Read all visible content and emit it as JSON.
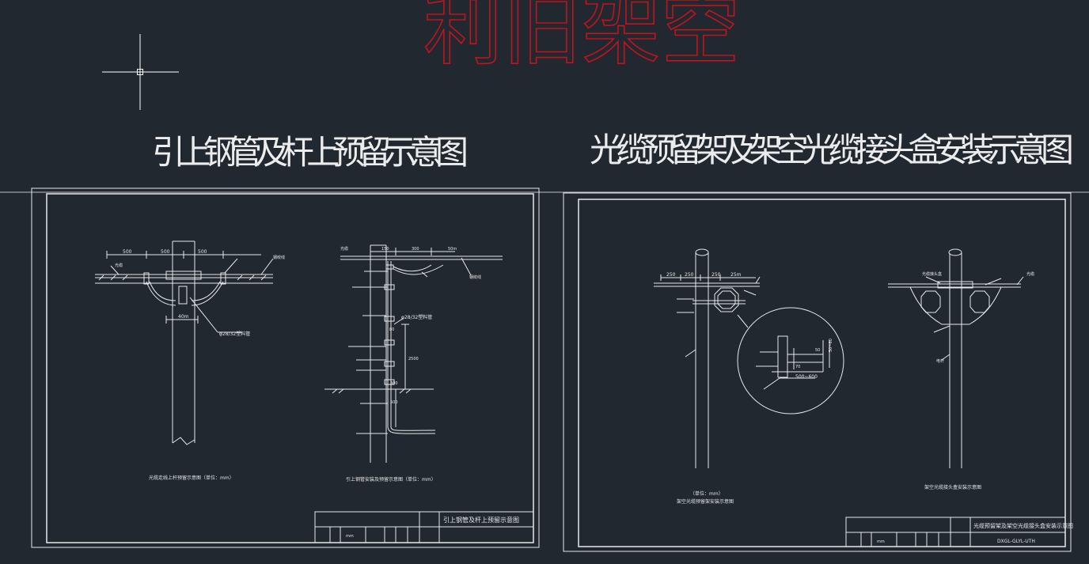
{
  "top_watermark": "利旧架空",
  "left_sheet": {
    "heading": "引上钢管及杆上预留示意图",
    "fig1": {
      "dims": [
        "500",
        "500",
        "500",
        "40m"
      ],
      "callouts": [
        "光缆",
        "钢绞线",
        "φ28/32塑料管"
      ],
      "caption": "光缆走线上杆预留示意图（单位：mm）"
    },
    "fig2": {
      "dims": [
        "150",
        "300",
        "50m",
        "80",
        "2500",
        "300",
        "500"
      ],
      "callouts": [
        "光缆",
        "φ28/32塑料管",
        "钢绞线"
      ],
      "caption": "引上钢管安装及预留示意图（单位：mm）"
    },
    "title_block": {
      "drawing_name": "引上钢管及杆上预留示意图",
      "unit": "mm"
    }
  },
  "right_sheet": {
    "heading": "光缆预留架及架空光缆接头盒安装示意图",
    "fig1": {
      "dims": [
        "250",
        "250",
        "250",
        "25m"
      ],
      "detail_dims": [
        "500~600",
        "50~60",
        "70",
        "50"
      ],
      "caption_unit": "（单位：mm）",
      "caption": "架空光缆预留架安装示意图"
    },
    "fig2": {
      "callouts": [
        "光缆接头盒",
        "光缆",
        "电杆"
      ],
      "caption": "架空光缆接头盒安装示意图"
    },
    "title_block": {
      "drawing_name": "光缆预留架及架空光缆接头盒安装示意图",
      "drawing_no": "DXGL-GLYL-UTH",
      "unit": "mm"
    }
  },
  "colors": {
    "background": "#212830",
    "lines": "#e8e8e8",
    "watermark": "#c0141e"
  }
}
